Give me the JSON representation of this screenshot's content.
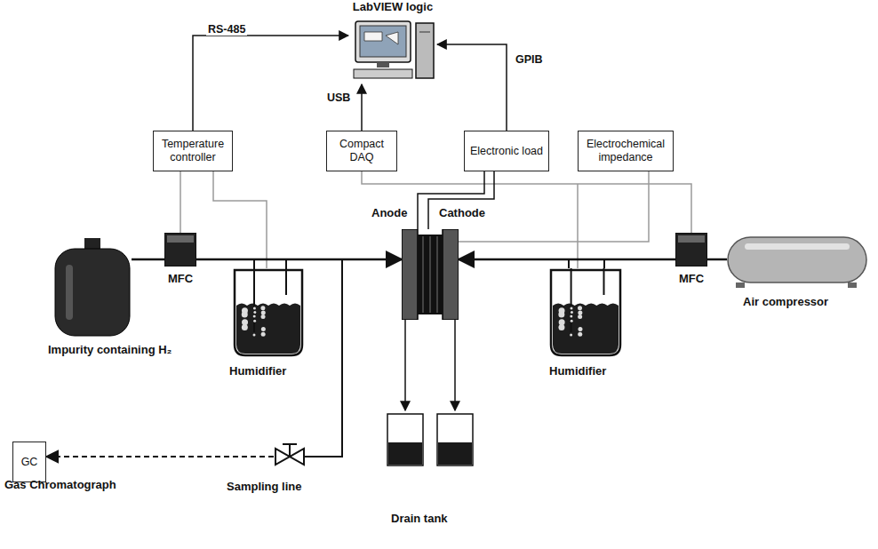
{
  "diagram": {
    "nodes": [
      {
        "text": [
          "LabVIEW logic"
        ]
      },
      {
        "text": [
          "Temperature controller"
        ]
      },
      {
        "text": [
          "Compact DAQ"
        ]
      },
      {
        "text": [
          "Electronic load"
        ]
      },
      {
        "text": [
          "Electrochemical impedance"
        ]
      },
      {
        "text": [
          "Impurity containing H₂"
        ]
      },
      {
        "text": [
          "MFC"
        ]
      },
      {
        "text": [
          "Humidifier"
        ]
      },
      {
        "text": [
          "Anode",
          "Cathode"
        ]
      },
      {
        "text": [
          "Humidifier"
        ]
      },
      {
        "text": [
          "MFC"
        ]
      },
      {
        "text": [
          "Air compressor"
        ]
      },
      {
        "text": [
          "GC",
          "Gas Chromatograph"
        ]
      }
    ],
    "edges": [
      {
        "from": 1,
        "to": 0,
        "arrow": "to",
        "label": "RS-485"
      },
      {
        "from": 2,
        "to": 0,
        "arrow": "to",
        "label": "USB"
      },
      {
        "from": 3,
        "to": 0,
        "arrow": "to",
        "label": "GPIB"
      },
      {
        "from": 5,
        "to": 6,
        "arrow": "none"
      },
      {
        "from": 6,
        "to": 8,
        "arrow": "to"
      },
      {
        "from": 11,
        "to": 10,
        "arrow": "none"
      },
      {
        "from": 10,
        "to": 8,
        "arrow": "to"
      }
    ],
    "labels": [
      "Sampling line",
      "Drain tank"
    ]
  }
}
